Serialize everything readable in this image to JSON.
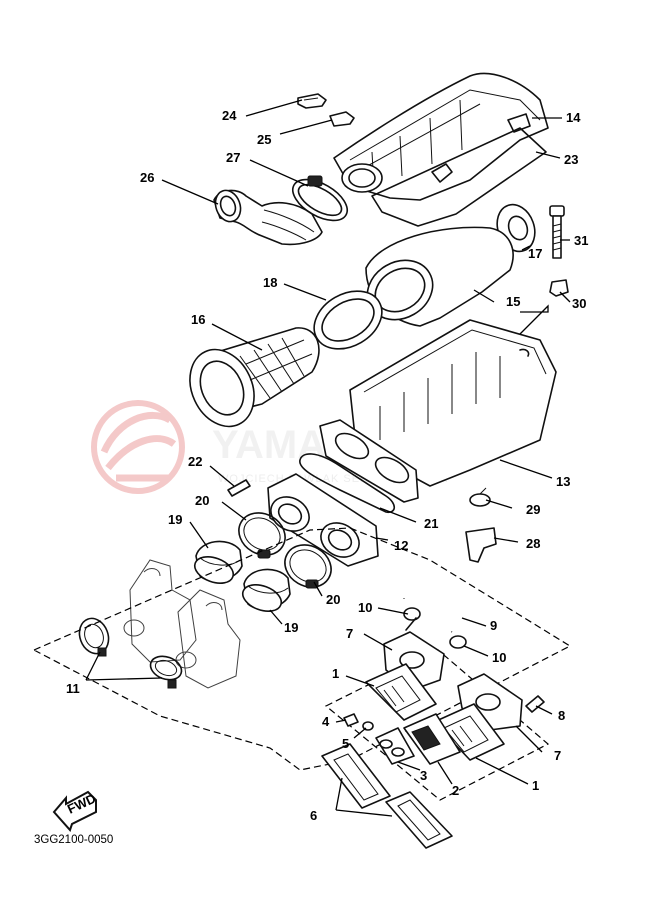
{
  "diagram": {
    "code": "3GG2100-0050",
    "fwd_label": "FWD",
    "watermark": {
      "title": "YAMASHOP.PL",
      "subtitle": "WOJCIECH PAWLAK SERWIS YAMAHA"
    },
    "callouts": [
      "24",
      "25",
      "27",
      "26",
      "14",
      "23",
      "31",
      "18",
      "17",
      "30",
      "15",
      "16",
      "13",
      "22",
      "29",
      "20",
      "21",
      "19",
      "12",
      "28",
      "20",
      "10",
      "9",
      "7",
      "19",
      "10",
      "11",
      "1",
      "8",
      "4",
      "7",
      "5",
      "3",
      "2",
      "1",
      "6"
    ]
  }
}
